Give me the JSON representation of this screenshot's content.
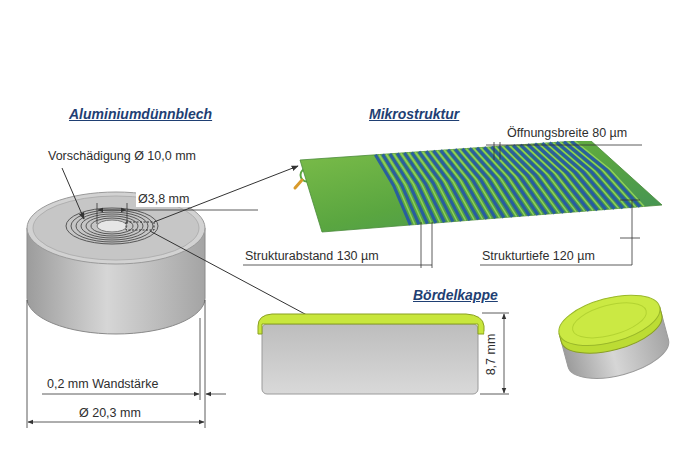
{
  "diagram": {
    "labels": [
      "Aluminiumdünnblech",
      "Mikrostruktur",
      "Öffnungsbreite 80 µm",
      "Vorschädigung Ø 10,0 mm",
      "Ø3,8 mm",
      "Strukturabstand 130 µm",
      "Strukturtiefe 120 µm",
      "Bördelkappe",
      "8,7 mm",
      "0,2 mm Wandstärke",
      "Ø 20,3 mm"
    ]
  }
}
